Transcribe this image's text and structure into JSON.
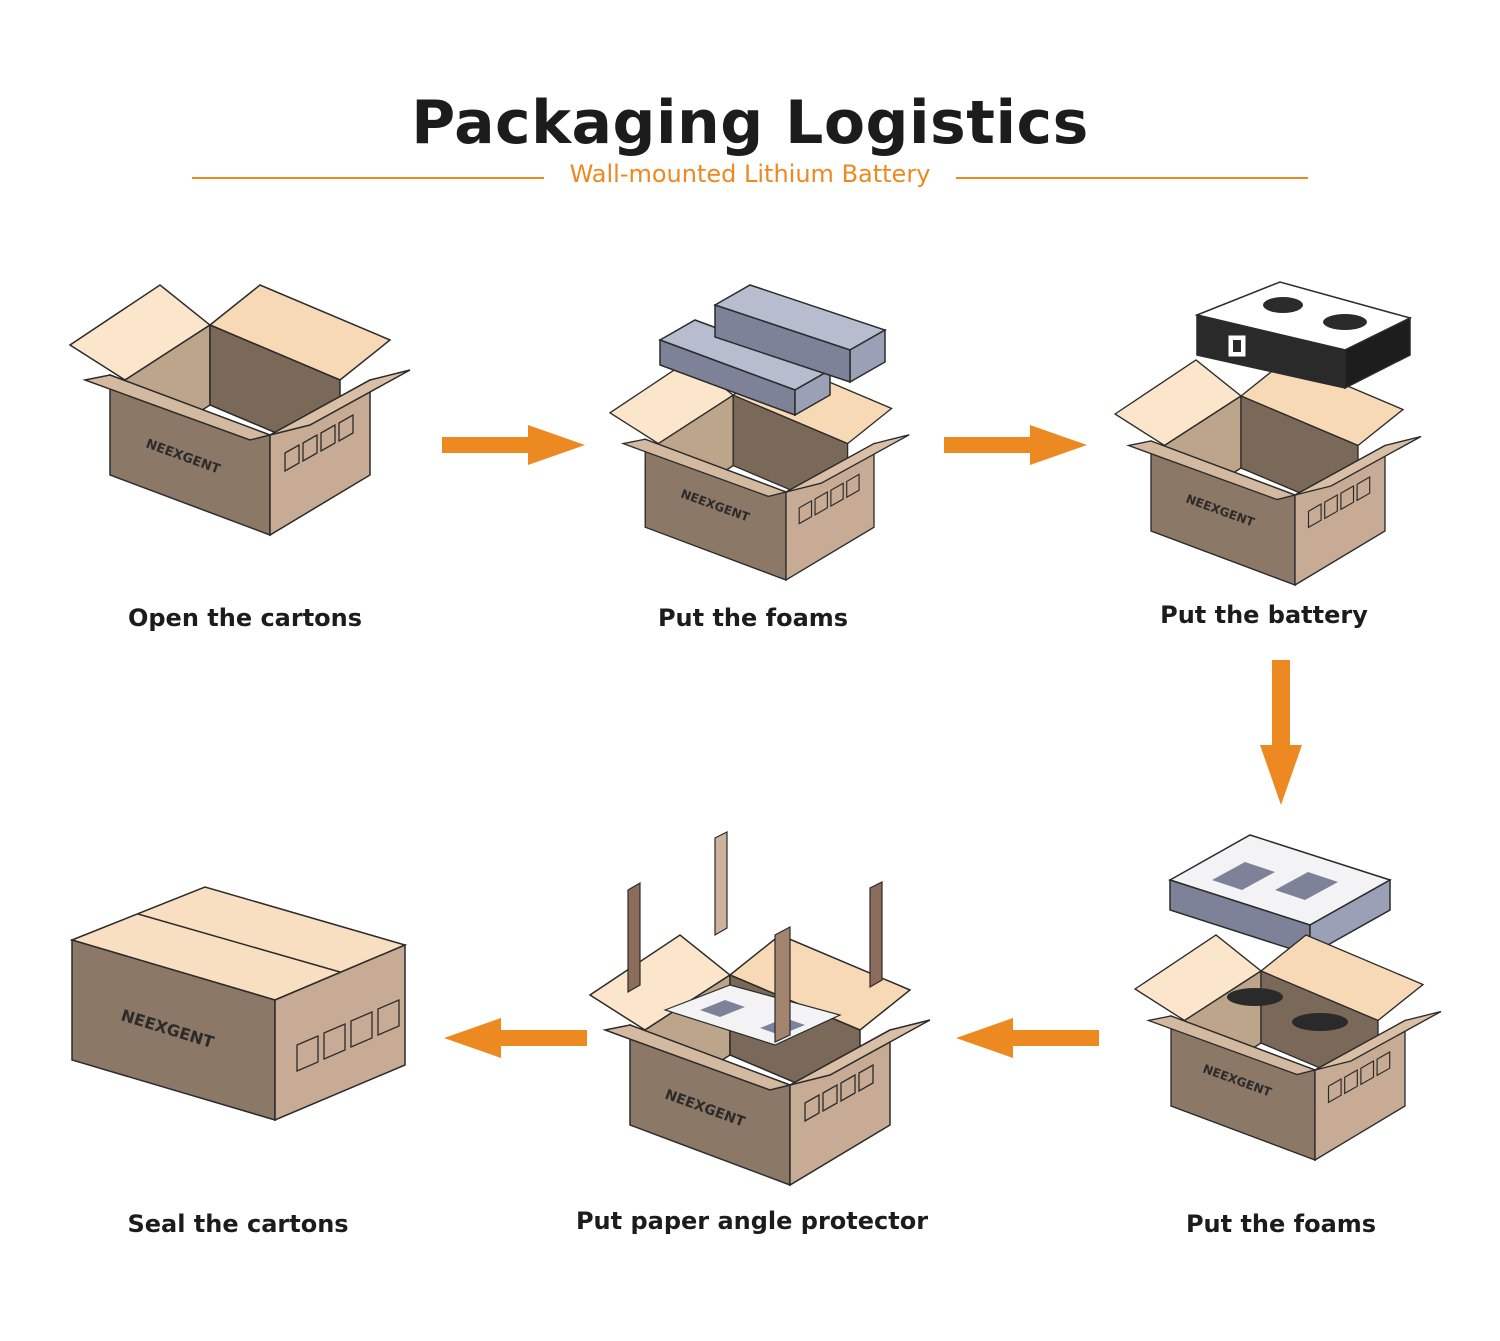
{
  "header": {
    "title": "Packaging Logistics",
    "subtitle": "Wall-mounted Lithium Battery"
  },
  "brand": "NEEXGENT",
  "colors": {
    "accent": "#ec8a21",
    "carton_front": "#8c7867",
    "carton_side": "#c7ab94",
    "carton_flap": "#f9dfc2",
    "foam": "#8a8fa6",
    "battery": "#2a2a2a"
  },
  "steps": [
    {
      "label": "Open the cartons"
    },
    {
      "label": "Put the foams"
    },
    {
      "label": "Put the battery"
    },
    {
      "label": "Put the foams"
    },
    {
      "label": "Put paper angle protector"
    },
    {
      "label": "Seal the cartons"
    }
  ]
}
